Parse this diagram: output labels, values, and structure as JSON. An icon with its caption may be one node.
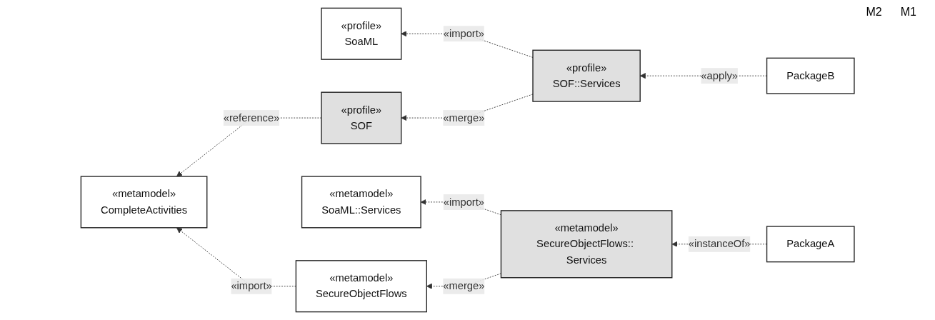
{
  "diagram": {
    "nodes": [
      {
        "text": [
          "«profile»",
          "SoaML"
        ]
      },
      {
        "text": [
          "«profile»",
          "SOF"
        ]
      },
      {
        "text": [
          "«profile»",
          "SOF::Services"
        ]
      },
      {
        "text": [
          "PackageB"
        ]
      },
      {
        "text": [
          "«metamodel»",
          "CompleteActivities"
        ]
      },
      {
        "text": [
          "«metamodel»",
          "SoaML::Services"
        ]
      },
      {
        "text": [
          "«metamodel»",
          "SecureObjectFlows"
        ]
      },
      {
        "text": [
          "«metamodel»",
          "SecureObjectFlows:: Services"
        ]
      },
      {
        "text": [
          "PackageA"
        ]
      }
    ],
    "edges": [
      {
        "from": 2,
        "to": 0,
        "arrow": "to",
        "label": "«import»",
        "style": "dashed"
      },
      {
        "from": 2,
        "to": 1,
        "arrow": "to",
        "label": "«merge»",
        "style": "dashed"
      },
      {
        "from": 1,
        "to": 4,
        "arrow": "to",
        "label": "«reference»",
        "style": "dashed"
      },
      {
        "from": 3,
        "to": 2,
        "arrow": "to",
        "label": "«apply»",
        "style": "dashed"
      },
      {
        "from": 7,
        "to": 5,
        "arrow": "to",
        "label": "«import»",
        "style": "dashed"
      },
      {
        "from": 7,
        "to": 6,
        "arrow": "to",
        "label": "«merge»",
        "style": "dashed"
      },
      {
        "from": 6,
        "to": 4,
        "arrow": "to",
        "label": "«import»",
        "style": "dashed"
      },
      {
        "from": 8,
        "to": 7,
        "arrow": "to",
        "label": "«instanceOf»",
        "style": "dashed"
      }
    ],
    "labels": [
      "M2",
      "M1"
    ]
  }
}
